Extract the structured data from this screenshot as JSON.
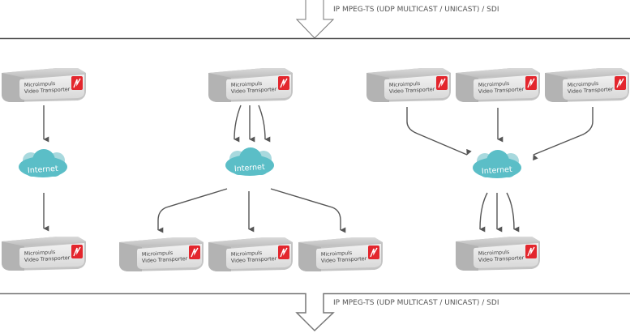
{
  "diagram": {
    "input": {
      "label": "IP MPEG-TS (UDP MULTICAST / UNICAST)  /  SDI"
    },
    "output": {
      "label": "IP MPEG-TS (UDP MULTICAST / UNICAST)  /  SDI"
    },
    "device": {
      "line1": "Microimpuls",
      "line2": "Video Transporter",
      "logo_icon": "microimpuls-logo-icon"
    },
    "cloud": {
      "label": "Internet"
    },
    "colors": {
      "cloud": "#5bbec7",
      "cloud_light": "#a8d9de",
      "logo_red": "#e3262d",
      "arrow": "#555555",
      "device_body": "#c9c9c9"
    },
    "scenarios": [
      {
        "name": "point-to-point",
        "sources": 1,
        "destinations": 1
      },
      {
        "name": "one-to-many",
        "sources": 1,
        "destinations": 3
      },
      {
        "name": "many-to-one",
        "sources": 3,
        "destinations": 1
      }
    ]
  }
}
